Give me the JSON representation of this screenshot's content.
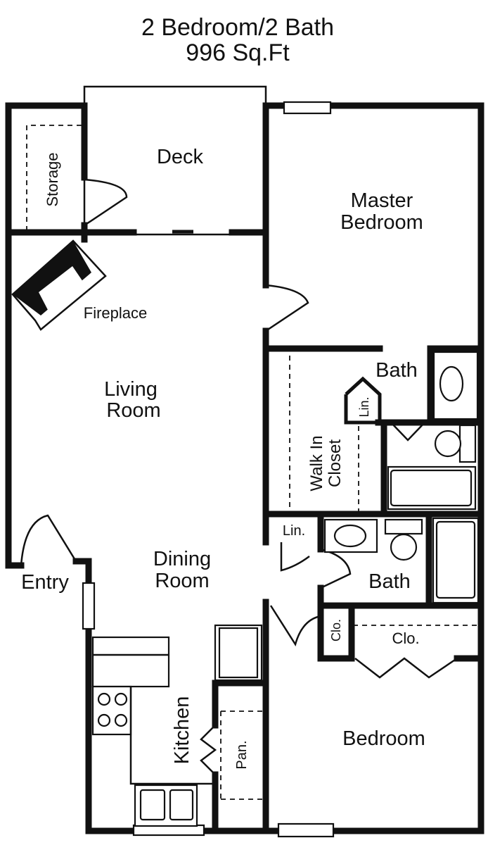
{
  "header": {
    "title": "2 Bedroom/2 Bath",
    "area": "996 Sq.Ft"
  },
  "rooms": {
    "deck": "Deck",
    "storage": "Storage",
    "master_1": "Master",
    "master_2": "Bedroom",
    "fireplace": "Fireplace",
    "living_1": "Living",
    "living_2": "Room",
    "bath_master": "Bath",
    "linen_master": "Lin.",
    "walkin_1": "Walk In",
    "walkin_2": "Closet",
    "linen_hall": "Lin.",
    "dining_1": "Dining",
    "dining_2": "Room",
    "bath_hall": "Bath",
    "entry": "Entry",
    "closet_small": "Clo.",
    "closet_bed": "Clo.",
    "kitchen": "Kitchen",
    "pantry": "Pan.",
    "bedroom": "Bedroom"
  },
  "colors": {
    "wall": "#111111",
    "background": "#ffffff"
  }
}
